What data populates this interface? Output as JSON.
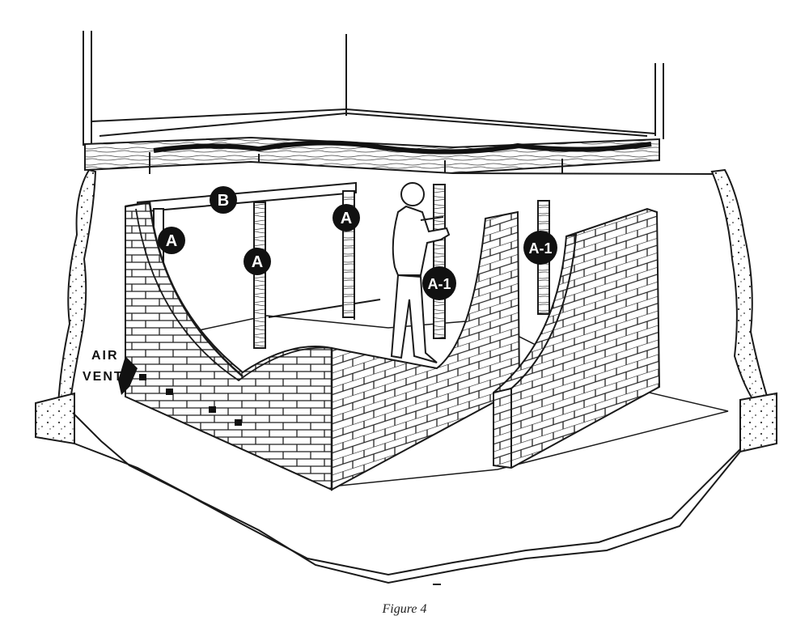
{
  "figure": {
    "caption": "Figure 4",
    "ink_color": "#1a1a1a",
    "paper_color": "#ffffff",
    "labels": {
      "b_beam": "B",
      "a_left": "A",
      "a_center": "A",
      "a_right": "A",
      "a1_man": "A-1",
      "a1_right": "A-1"
    },
    "air_vents": {
      "line1": "AIR",
      "line2": "VENTS"
    }
  }
}
